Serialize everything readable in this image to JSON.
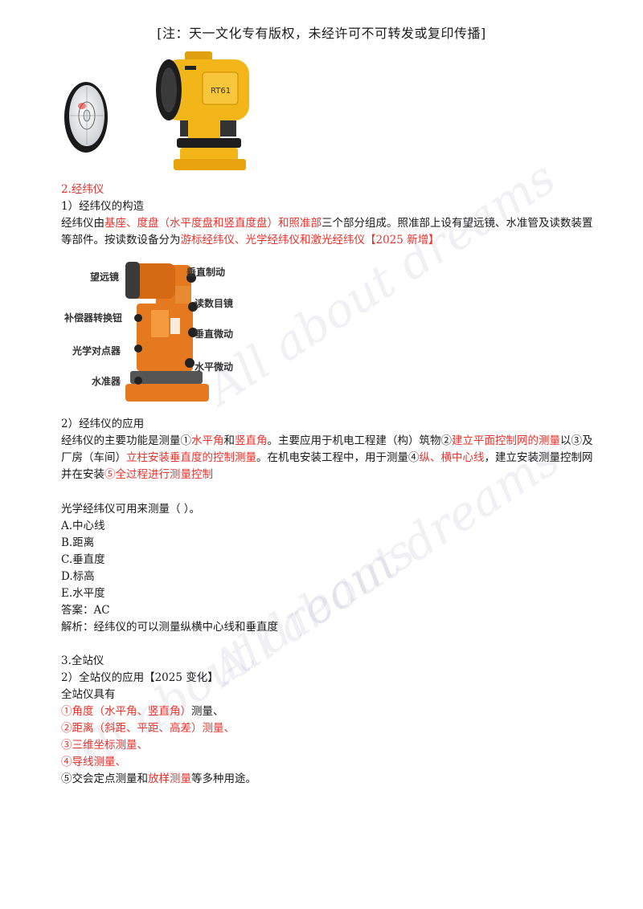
{
  "header": "[注：天一文化专有版权，未经许可不可转发或复印传播]",
  "watermark": "All about dreams",
  "sec2": {
    "title": "2.经纬仪",
    "sub1": "1）经纬仪的构造",
    "p1": {
      "a": "经纬仪由",
      "b": "基座、度盘（水平度盘和竖直度盘）和照准部",
      "c": "三个部分组成。照准部上设有望远镜、水准管及读数装置等部件。按读数设备分为",
      "d": "游标经纬仪、光学经纬仪和激光经纬仪【2025 新增】"
    },
    "diagram_labels": {
      "telescope": "望远镜",
      "vertical_brake": "垂直制动",
      "compensator": "补偿器转换钮",
      "eyepiece": "读数目镜",
      "optical_plummet": "光学对点器",
      "vertical_tangent": "垂直微动",
      "level": "水准器",
      "horizontal_tangent": "水平微动"
    },
    "level_device_label": "RT61",
    "sub2": "2）经纬仪的应用",
    "p2": {
      "a": "经纬仪的主要功能是测量①",
      "b": "水平角",
      "c": "和",
      "d": "竖直角",
      "e": "。主要应用于机电工程建（构）筑物②",
      "f": "建立平面控制网的测量",
      "g": "以③及厂房（车间）",
      "h": "立柱安装垂直度的控制测量",
      "i": "。在机电安装工程中，用于测量④",
      "j": "纵、横中心线",
      "k": "，建立安装测量控制网并在安装",
      "l": "⑤全过程进行测量控制"
    }
  },
  "question": {
    "stem": "光学经纬仪可用来测量（    ）。",
    "options": [
      "A.中心线",
      "B.距离",
      "C.垂直度",
      "D.标高",
      "E.水平度"
    ],
    "answer": "答案：AC",
    "analysis": "解析：经纬仪的可以测量纵横中心线和垂直度"
  },
  "sec3": {
    "title": "3.全站仪",
    "sub2": "2）全站仪的应用【2025 变化】",
    "intro": "全站仪具有",
    "items": [
      {
        "red": "①角度（水平角、竖直角）",
        "plain": "测量、",
        "num_black": true
      },
      {
        "red": "②距离（斜距、平距、高差）测量、",
        "plain": ""
      },
      {
        "red": "③三维坐标测量、",
        "plain": ""
      },
      {
        "red": "④导线测量、",
        "plain": ""
      }
    ],
    "last": {
      "a": "⑤交会定点测量和",
      "b": "放样测量",
      "c": "等多种用途。"
    }
  },
  "colors": {
    "accent_red": "#e8322d",
    "instrument_orange": "#e5791f",
    "level_yellow": "#f2b619"
  }
}
